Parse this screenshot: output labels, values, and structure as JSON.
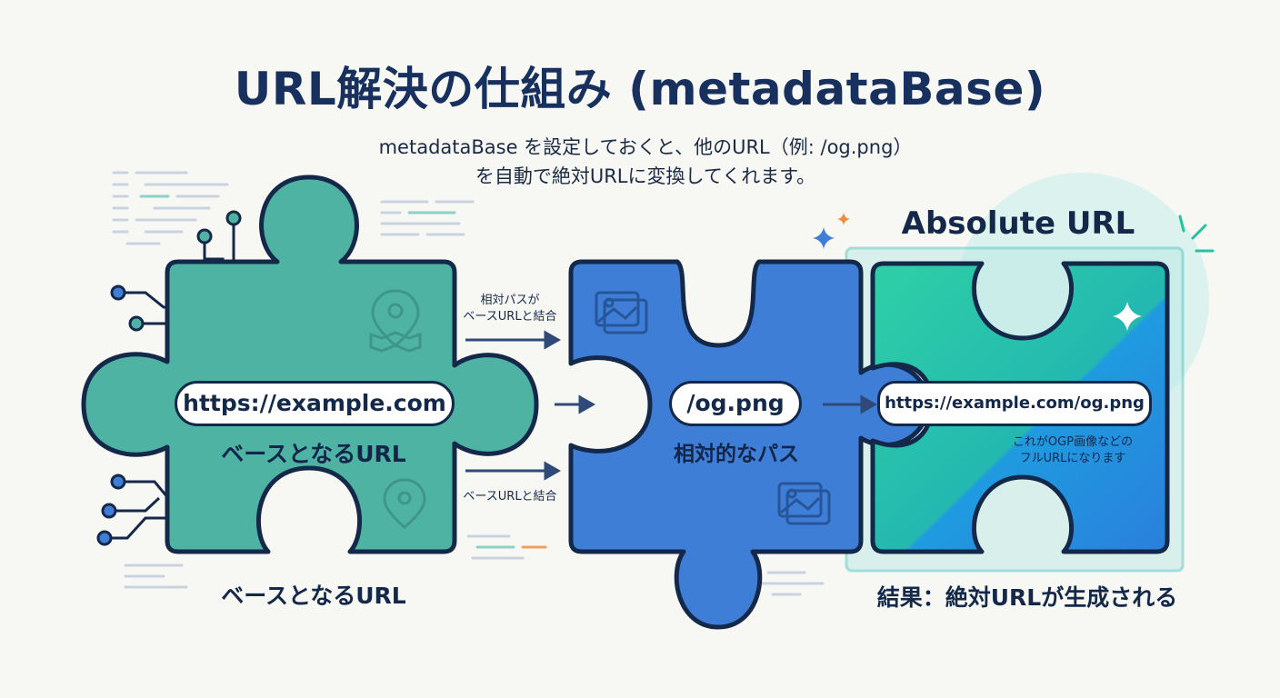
{
  "title": "URL解決の仕組み (metadataBase)",
  "subtitle": {
    "line1": "metadataBase を設定しておくと、他のURL（例: /og.png）",
    "line2": "を自動で絶対URLに変換してくれます。"
  },
  "base_piece": {
    "url": "https://example.com",
    "label": "ベースとなるURL",
    "caption": "ベースとなるURL"
  },
  "arrow_top_note": {
    "line1": "相対パスが",
    "line2": "ベースURLと結合"
  },
  "arrow_bottom_note": "ベースURLと結合",
  "relative_piece": {
    "path": "/og.png",
    "label": "相対的なパス"
  },
  "absolute_piece": {
    "heading": "Absolute URL",
    "url": "https://example.com/og.png",
    "note_line1": "これがOGP画像などの",
    "note_line2": "フルURLになります",
    "caption": "結果：絶対URLが生成される"
  },
  "colors": {
    "teal": "#4fb3a3",
    "blue": "#3f7ed6",
    "green": "#27c2a4",
    "navy": "#14284a",
    "orange": "#f08c3c"
  },
  "icons": [
    "map-pin-icon",
    "location-pin-icon",
    "image-icon",
    "sparkle-icon"
  ]
}
